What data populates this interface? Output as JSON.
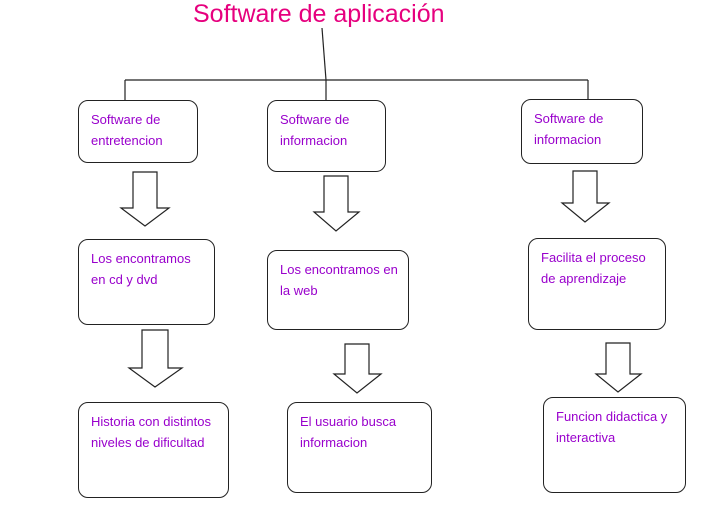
{
  "title": "Software de aplicación",
  "colors": {
    "title": "#e6007e",
    "box_text": "#9900cc",
    "stroke": "#222222"
  },
  "columns": [
    {
      "header": "Software de entretencion",
      "level2": "Los encontramos en cd y dvd",
      "level3": "Historia con distintos niveles de dificultad"
    },
    {
      "header": "Software de informacion",
      "level2": "Los encontramos en la web",
      "level3": "El usuario busca informacion"
    },
    {
      "header": "Software de informacion",
      "level2": "Facilita el proceso de aprendizaje",
      "level3": "Funcion didactica y interactiva"
    }
  ]
}
